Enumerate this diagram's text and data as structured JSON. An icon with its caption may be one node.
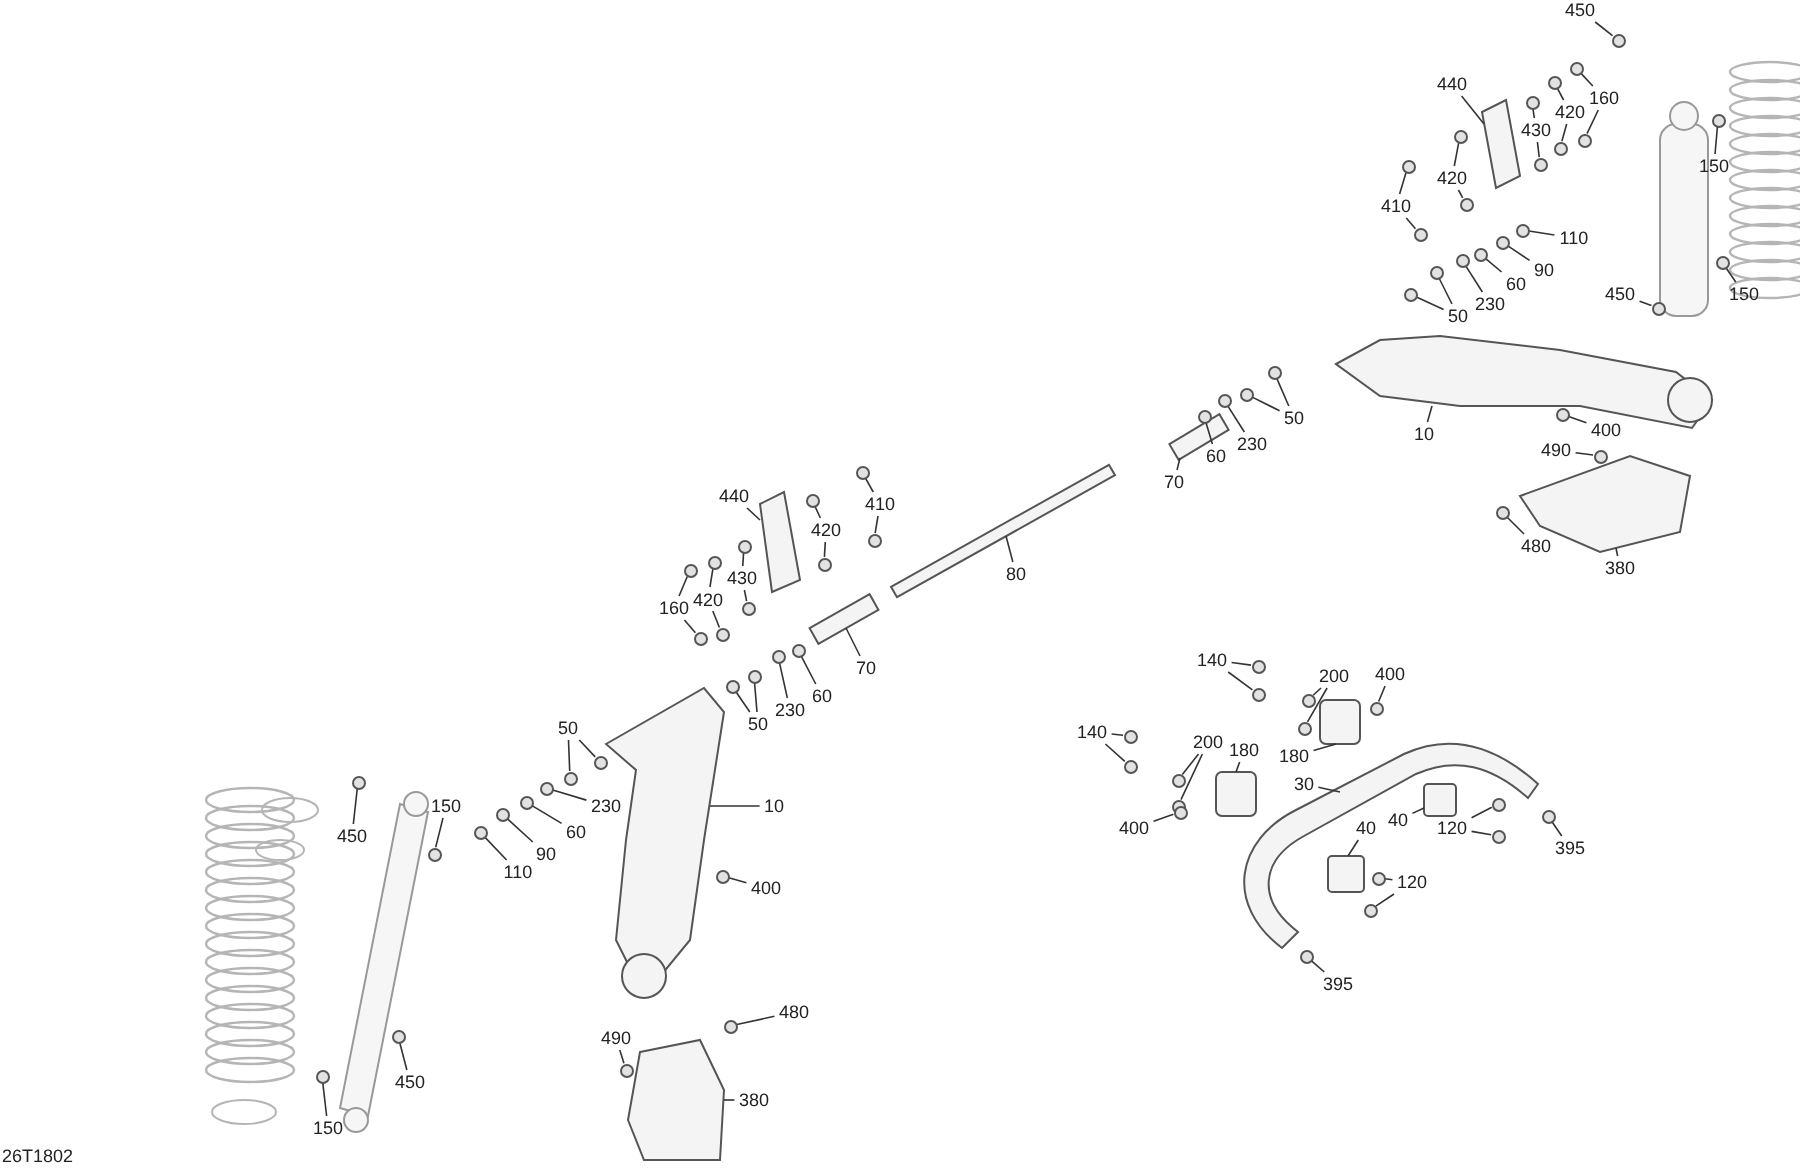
{
  "diagram": {
    "nodes": [
      {
        "text": [
          "450"
        ]
      },
      {
        "text": [
          "440"
        ]
      },
      {
        "text": [
          "420"
        ]
      },
      {
        "text": [
          "160"
        ]
      },
      {
        "text": [
          "430"
        ]
      },
      {
        "text": [
          "150"
        ]
      },
      {
        "text": [
          "420"
        ]
      },
      {
        "text": [
          "410"
        ]
      },
      {
        "text": [
          "110"
        ]
      },
      {
        "text": [
          "90"
        ]
      },
      {
        "text": [
          "60"
        ]
      },
      {
        "text": [
          "450"
        ]
      },
      {
        "text": [
          "150"
        ]
      },
      {
        "text": [
          "230"
        ]
      },
      {
        "text": [
          "50"
        ]
      },
      {
        "text": [
          "50"
        ]
      },
      {
        "text": [
          "10"
        ]
      },
      {
        "text": [
          "400"
        ]
      },
      {
        "text": [
          "490"
        ]
      },
      {
        "text": [
          "230"
        ]
      },
      {
        "text": [
          "60"
        ]
      },
      {
        "text": [
          "70"
        ]
      },
      {
        "text": [
          "440"
        ]
      },
      {
        "text": [
          "410"
        ]
      },
      {
        "text": [
          "420"
        ]
      },
      {
        "text": [
          "480"
        ]
      },
      {
        "text": [
          "380"
        ]
      },
      {
        "text": [
          "80"
        ]
      },
      {
        "text": [
          "430"
        ]
      },
      {
        "text": [
          "420"
        ]
      },
      {
        "text": [
          "160"
        ]
      },
      {
        "text": [
          "140"
        ]
      },
      {
        "text": [
          "70"
        ]
      },
      {
        "text": [
          "400"
        ]
      },
      {
        "text": [
          "200"
        ]
      },
      {
        "text": [
          "60"
        ]
      },
      {
        "text": [
          "230"
        ]
      },
      {
        "text": [
          "50"
        ]
      },
      {
        "text": [
          "50"
        ]
      },
      {
        "text": [
          "140"
        ]
      },
      {
        "text": [
          "180"
        ]
      },
      {
        "text": [
          "200"
        ]
      },
      {
        "text": [
          "180"
        ]
      },
      {
        "text": [
          "30"
        ]
      },
      {
        "text": [
          "10"
        ]
      },
      {
        "text": [
          "230"
        ]
      },
      {
        "text": [
          "150"
        ]
      },
      {
        "text": [
          "40"
        ]
      },
      {
        "text": [
          "120"
        ]
      },
      {
        "text": [
          "400"
        ]
      },
      {
        "text": [
          "60"
        ]
      },
      {
        "text": [
          "40"
        ]
      },
      {
        "text": [
          "450"
        ]
      },
      {
        "text": [
          "395"
        ]
      },
      {
        "text": [
          "90"
        ]
      },
      {
        "text": [
          "110"
        ]
      },
      {
        "text": [
          "120"
        ]
      },
      {
        "text": [
          "400"
        ]
      },
      {
        "text": [
          "395"
        ]
      },
      {
        "text": [
          "480"
        ]
      },
      {
        "text": [
          "490"
        ]
      },
      {
        "text": [
          "450"
        ]
      },
      {
        "text": [
          "380"
        ]
      },
      {
        "text": [
          "150"
        ]
      },
      {
        "text": [],
        "shape": "picture"
      },
      {
        "text": [],
        "shape": "picture"
      },
      {
        "text": [],
        "shape": "picture"
      },
      {
        "text": [],
        "shape": "picture"
      },
      {
        "text": [],
        "shape": "picture"
      },
      {
        "text": [],
        "shape": "picture"
      },
      {
        "text": [],
        "shape": "picture"
      },
      {
        "text": [],
        "shape": "box"
      },
      {
        "text": [],
        "shape": "box"
      },
      {
        "text": [],
        "shape": "picture"
      },
      {
        "text": [],
        "shape": "picture"
      },
      {
        "text": [],
        "shape": "box"
      },
      {
        "text": [],
        "shape": "box"
      },
      {
        "text": [],
        "shape": "picture"
      },
      {
        "text": [],
        "shape": "circle"
      },
      {
        "text": [],
        "shape": "circle"
      },
      {
        "text": [],
        "shape": "circle"
      },
      {
        "text": [],
        "shape": "circle"
      },
      {
        "text": [],
        "shape": "circle"
      },
      {
        "text": [],
        "shape": "circle"
      },
      {
        "text": [],
        "shape": "circle"
      },
      {
        "text": [],
        "shape": "circle"
      },
      {
        "text": [],
        "shape": "circle"
      },
      {
        "text": [],
        "shape": "circle"
      },
      {
        "text": [],
        "shape": "circle"
      },
      {
        "text": [],
        "shape": "circle"
      },
      {
        "text": [],
        "shape": "circle"
      },
      {
        "text": [],
        "shape": "circle"
      },
      {
        "text": [],
        "shape": "circle"
      },
      {
        "text": [],
        "shape": "circle"
      },
      {
        "text": [],
        "shape": "circle"
      },
      {
        "text": [],
        "shape": "circle"
      },
      {
        "text": [],
        "shape": "circle"
      },
      {
        "text": [],
        "shape": "circle"
      },
      {
        "text": [],
        "shape": "circle"
      },
      {
        "text": [],
        "shape": "circle"
      },
      {
        "text": [],
        "shape": "circle"
      },
      {
        "text": [],
        "shape": "circle"
      },
      {
        "text": [],
        "shape": "circle"
      },
      {
        "text": [],
        "shape": "circle"
      },
      {
        "text": [],
        "shape": "circle"
      },
      {
        "text": [],
        "shape": "circle"
      },
      {
        "text": [],
        "shape": "circle"
      },
      {
        "text": [],
        "shape": "circle"
      },
      {
        "text": [],
        "shape": "circle"
      },
      {
        "text": [],
        "shape": "circle"
      },
      {
        "text": [],
        "shape": "circle"
      },
      {
        "text": [],
        "shape": "circle"
      },
      {
        "text": [],
        "shape": "circle"
      },
      {
        "text": [],
        "shape": "circle"
      },
      {
        "text": [],
        "shape": "circle"
      },
      {
        "text": [],
        "shape": "circle"
      },
      {
        "text": [],
        "shape": "circle"
      },
      {
        "text": [],
        "shape": "circle"
      },
      {
        "text": [],
        "shape": "circle"
      },
      {
        "text": [],
        "shape": "circle"
      },
      {
        "text": [],
        "shape": "circle"
      },
      {
        "text": [],
        "shape": "circle"
      },
      {
        "text": [],
        "shape": "circle"
      },
      {
        "text": [],
        "shape": "circle"
      },
      {
        "text": [],
        "shape": "circle"
      },
      {
        "text": [],
        "shape": "circle"
      },
      {
        "text": [],
        "shape": "circle"
      },
      {
        "text": [],
        "shape": "circle"
      },
      {
        "text": [],
        "shape": "circle"
      },
      {
        "text": [],
        "shape": "circle"
      },
      {
        "text": [],
        "shape": "circle"
      },
      {
        "text": [],
        "shape": "circle"
      },
      {
        "text": [],
        "shape": "circle"
      },
      {
        "text": [],
        "shape": "circle"
      },
      {
        "text": [],
        "shape": "circle"
      },
      {
        "text": [],
        "shape": "circle"
      },
      {
        "text": [],
        "shape": "circle"
      },
      {
        "text": [],
        "shape": "circle"
      },
      {
        "text": [],
        "shape": "circle"
      },
      {
        "text": [],
        "shape": "circle"
      },
      {
        "text": [],
        "shape": "circle"
      },
      {
        "text": [],
        "shape": "circle"
      },
      {
        "text": [],
        "shape": "circle"
      },
      {
        "text": [],
        "shape": "circle"
      },
      {
        "text": [],
        "shape": "circle"
      },
      {
        "text": [],
        "shape": "circle"
      },
      {
        "text": [],
        "shape": "circle"
      },
      {
        "text": [],
        "shape": "circle"
      }
    ],
    "edges": [
      {
        "from": 0,
        "to": 78,
        "arrow": "none"
      },
      {
        "from": 1,
        "to": 64,
        "arrow": "none"
      },
      {
        "from": 2,
        "to": 79,
        "arrow": "none"
      },
      {
        "from": 2,
        "to": 80,
        "arrow": "none"
      },
      {
        "from": 3,
        "to": 81,
        "arrow": "none"
      },
      {
        "from": 3,
        "to": 82,
        "arrow": "none"
      },
      {
        "from": 4,
        "to": 83,
        "arrow": "none"
      },
      {
        "from": 4,
        "to": 84,
        "arrow": "none"
      },
      {
        "from": 5,
        "to": 85,
        "arrow": "none"
      },
      {
        "from": 6,
        "to": 86,
        "arrow": "none"
      },
      {
        "from": 6,
        "to": 87,
        "arrow": "none"
      },
      {
        "from": 7,
        "to": 88,
        "arrow": "none"
      },
      {
        "from": 7,
        "to": 89,
        "arrow": "none"
      },
      {
        "from": 8,
        "to": 90,
        "arrow": "none"
      },
      {
        "from": 9,
        "to": 91,
        "arrow": "none"
      },
      {
        "from": 10,
        "to": 92,
        "arrow": "none"
      },
      {
        "from": 11,
        "to": 93,
        "arrow": "none"
      },
      {
        "from": 12,
        "to": 94,
        "arrow": "none"
      },
      {
        "from": 13,
        "to": 95,
        "arrow": "none"
      },
      {
        "from": 14,
        "to": 96,
        "arrow": "none"
      },
      {
        "from": 14,
        "to": 97,
        "arrow": "none"
      },
      {
        "from": 15,
        "to": 98,
        "arrow": "none"
      },
      {
        "from": 15,
        "to": 99,
        "arrow": "none"
      },
      {
        "from": 16,
        "to": 65,
        "arrow": "none"
      },
      {
        "from": 17,
        "to": 100,
        "arrow": "none"
      },
      {
        "from": 18,
        "to": 101,
        "arrow": "none"
      },
      {
        "from": 19,
        "to": 102,
        "arrow": "none"
      },
      {
        "from": 20,
        "to": 103,
        "arrow": "none"
      },
      {
        "from": 21,
        "to": 67,
        "arrow": "none"
      },
      {
        "from": 22,
        "to": 68,
        "arrow": "none"
      },
      {
        "from": 23,
        "to": 104,
        "arrow": "none"
      },
      {
        "from": 23,
        "to": 105,
        "arrow": "none"
      },
      {
        "from": 24,
        "to": 106,
        "arrow": "none"
      },
      {
        "from": 24,
        "to": 107,
        "arrow": "none"
      },
      {
        "from": 25,
        "to": 108,
        "arrow": "none"
      },
      {
        "from": 26,
        "to": 66,
        "arrow": "none"
      },
      {
        "from": 27,
        "to": 69,
        "arrow": "none"
      },
      {
        "from": 28,
        "to": 109,
        "arrow": "none"
      },
      {
        "from": 28,
        "to": 110,
        "arrow": "none"
      },
      {
        "from": 29,
        "to": 111,
        "arrow": "none"
      },
      {
        "from": 29,
        "to": 112,
        "arrow": "none"
      },
      {
        "from": 30,
        "to": 113,
        "arrow": "none"
      },
      {
        "from": 30,
        "to": 114,
        "arrow": "none"
      },
      {
        "from": 31,
        "to": 115,
        "arrow": "none"
      },
      {
        "from": 31,
        "to": 116,
        "arrow": "none"
      },
      {
        "from": 32,
        "to": 70,
        "arrow": "none"
      },
      {
        "from": 33,
        "to": 117,
        "arrow": "none"
      },
      {
        "from": 34,
        "to": 118,
        "arrow": "none"
      },
      {
        "from": 34,
        "to": 119,
        "arrow": "none"
      },
      {
        "from": 35,
        "to": 120,
        "arrow": "none"
      },
      {
        "from": 36,
        "to": 121,
        "arrow": "none"
      },
      {
        "from": 37,
        "to": 122,
        "arrow": "none"
      },
      {
        "from": 37,
        "to": 123,
        "arrow": "none"
      },
      {
        "from": 38,
        "to": 124,
        "arrow": "none"
      },
      {
        "from": 38,
        "to": 125,
        "arrow": "none"
      },
      {
        "from": 39,
        "to": 126,
        "arrow": "none"
      },
      {
        "from": 39,
        "to": 127,
        "arrow": "none"
      },
      {
        "from": 40,
        "to": 72,
        "arrow": "none"
      },
      {
        "from": 41,
        "to": 128,
        "arrow": "none"
      },
      {
        "from": 41,
        "to": 129,
        "arrow": "none"
      },
      {
        "from": 42,
        "to": 71,
        "arrow": "none"
      },
      {
        "from": 43,
        "to": 73,
        "arrow": "none"
      },
      {
        "from": 44,
        "to": 74,
        "arrow": "none"
      },
      {
        "from": 45,
        "to": 130,
        "arrow": "none"
      },
      {
        "from": 46,
        "to": 131,
        "arrow": "none"
      },
      {
        "from": 47,
        "to": 75,
        "arrow": "none"
      },
      {
        "from": 48,
        "to": 132,
        "arrow": "none"
      },
      {
        "from": 48,
        "to": 133,
        "arrow": "none"
      },
      {
        "from": 49,
        "to": 134,
        "arrow": "none"
      },
      {
        "from": 50,
        "to": 135,
        "arrow": "none"
      },
      {
        "from": 51,
        "to": 76,
        "arrow": "none"
      },
      {
        "from": 52,
        "to": 136,
        "arrow": "none"
      },
      {
        "from": 53,
        "to": 137,
        "arrow": "none"
      },
      {
        "from": 54,
        "to": 138,
        "arrow": "none"
      },
      {
        "from": 55,
        "to": 139,
        "arrow": "none"
      },
      {
        "from": 56,
        "to": 140,
        "arrow": "none"
      },
      {
        "from": 56,
        "to": 141,
        "arrow": "none"
      },
      {
        "from": 57,
        "to": 142,
        "arrow": "none"
      },
      {
        "from": 58,
        "to": 143,
        "arrow": "none"
      },
      {
        "from": 59,
        "to": 144,
        "arrow": "none"
      },
      {
        "from": 60,
        "to": 145,
        "arrow": "none"
      },
      {
        "from": 61,
        "to": 146,
        "arrow": "none"
      },
      {
        "from": 62,
        "to": 77,
        "arrow": "none"
      },
      {
        "from": 63,
        "to": 147,
        "arrow": "none"
      }
    ],
    "labels": [
      "26T1802"
    ]
  }
}
